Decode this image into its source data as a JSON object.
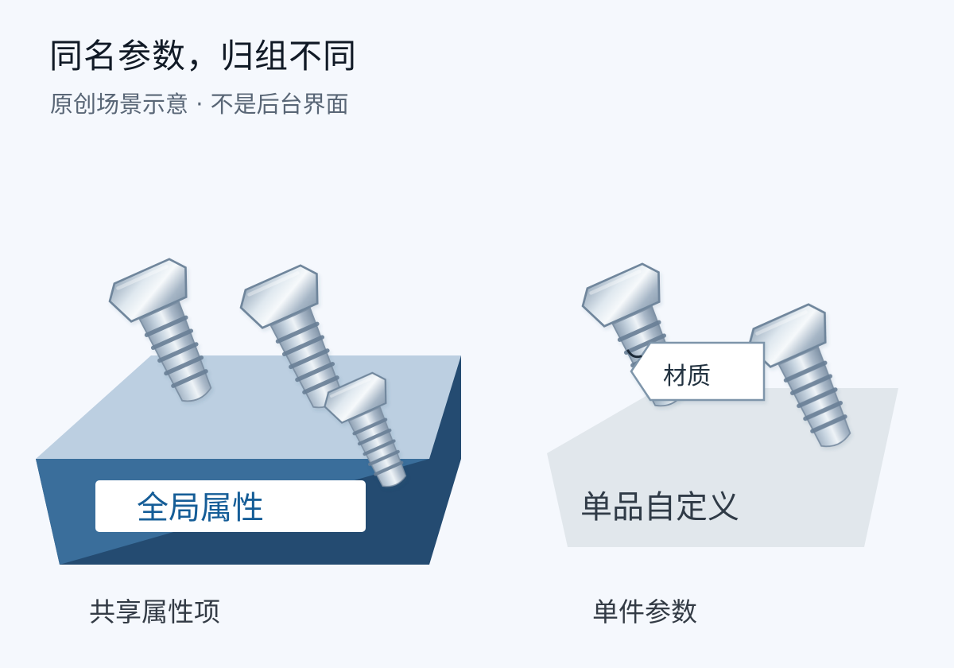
{
  "header": {
    "title": "同名参数，归组不同",
    "subtitle": "原创场景示意 · 不是后台界面"
  },
  "left_panel": {
    "label": "全局属性",
    "caption": "共享属性项"
  },
  "right_panel": {
    "label": "单品自定义",
    "tag": "材质",
    "caption": "单件参数"
  },
  "colors": {
    "background": "#f5f8fd",
    "left_top_face": "#bccfe1",
    "left_front_face": "#396e9c",
    "left_side_face": "#244b71",
    "right_block": "#e1e7ec",
    "accent_text": "#155d97",
    "bolt_outline": "#6f869c"
  },
  "icons": {
    "bolt": "bolt-icon",
    "tag": "label-tag-icon"
  }
}
